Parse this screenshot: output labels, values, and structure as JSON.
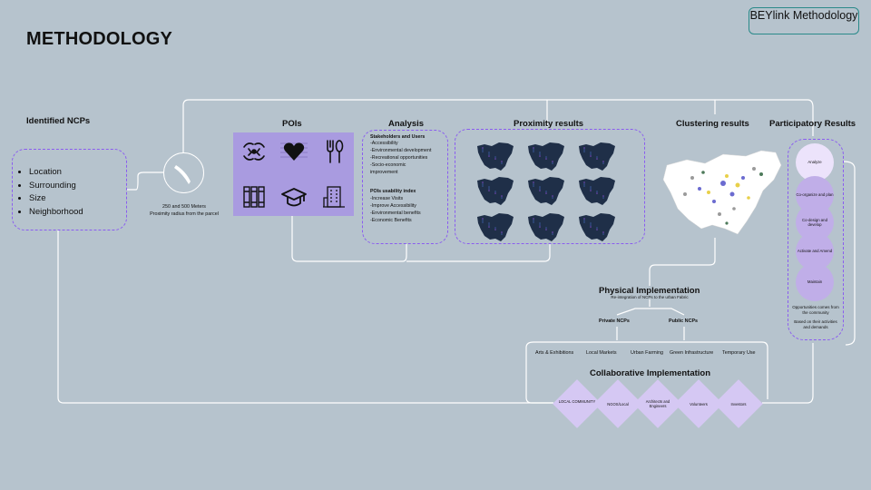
{
  "title": "METHODOLOGY",
  "badge": "BEYlink Methodology",
  "identified": {
    "heading": "Identified  NCPs",
    "items": [
      "Location",
      "Surrounding",
      "Size",
      "Neighborhood"
    ]
  },
  "radius": {
    "line1": "250 and 500 Meters",
    "line2": "Proximity radius from the parcel"
  },
  "pois": {
    "heading": "POIs",
    "icons": [
      "community-hands-icon",
      "heart-icon",
      "restaurant-icon",
      "library-icon",
      "education-icon",
      "building-icon"
    ]
  },
  "analysis": {
    "heading": "Analysis",
    "stakeholders_title": "Stakeholders and Users",
    "stakeholders": [
      "-Accessibility",
      "-Environmental development",
      "-Recreational opportunities",
      "-Socio-economic",
      "improvement"
    ],
    "usability_title": "POIs usability index",
    "usability": [
      "-Increase Visits",
      "-Improve Accessibility",
      "-Environmental benefits",
      "-Economic Benefits"
    ]
  },
  "proximity": {
    "heading": "Proximity results"
  },
  "clustering": {
    "heading": "Clustering results"
  },
  "participatory": {
    "heading": "Participatory Results",
    "steps": [
      "Analyze",
      "Co-organize and plan",
      "Co-design and develop",
      "Activate and Amend",
      "Maintain"
    ],
    "note1": "Opportunities comes from the community",
    "note2": "Based on their activities and demands"
  },
  "physical": {
    "heading": "Physical Implementation",
    "sub": "Re-integration of NCPs to the urban Fabric",
    "private": "Private NCPs",
    "public": "Public NCPs",
    "categories": [
      "Arts & Exhibitions",
      "Local Markets",
      "Urban Farming",
      "Green Infrastructure",
      "Temporary Use"
    ]
  },
  "collaborative": {
    "heading": "Collaborative Implementation",
    "actors": [
      "LOCAL COMMUNITY",
      "NGOS/Local",
      "Architects and Engineers",
      "Volunteers",
      "Investors"
    ]
  },
  "colors": {
    "background": "#b6c3cd",
    "accent": "#8a5cf0",
    "panel": "#a99be0",
    "teal": "#2a8a8a"
  }
}
